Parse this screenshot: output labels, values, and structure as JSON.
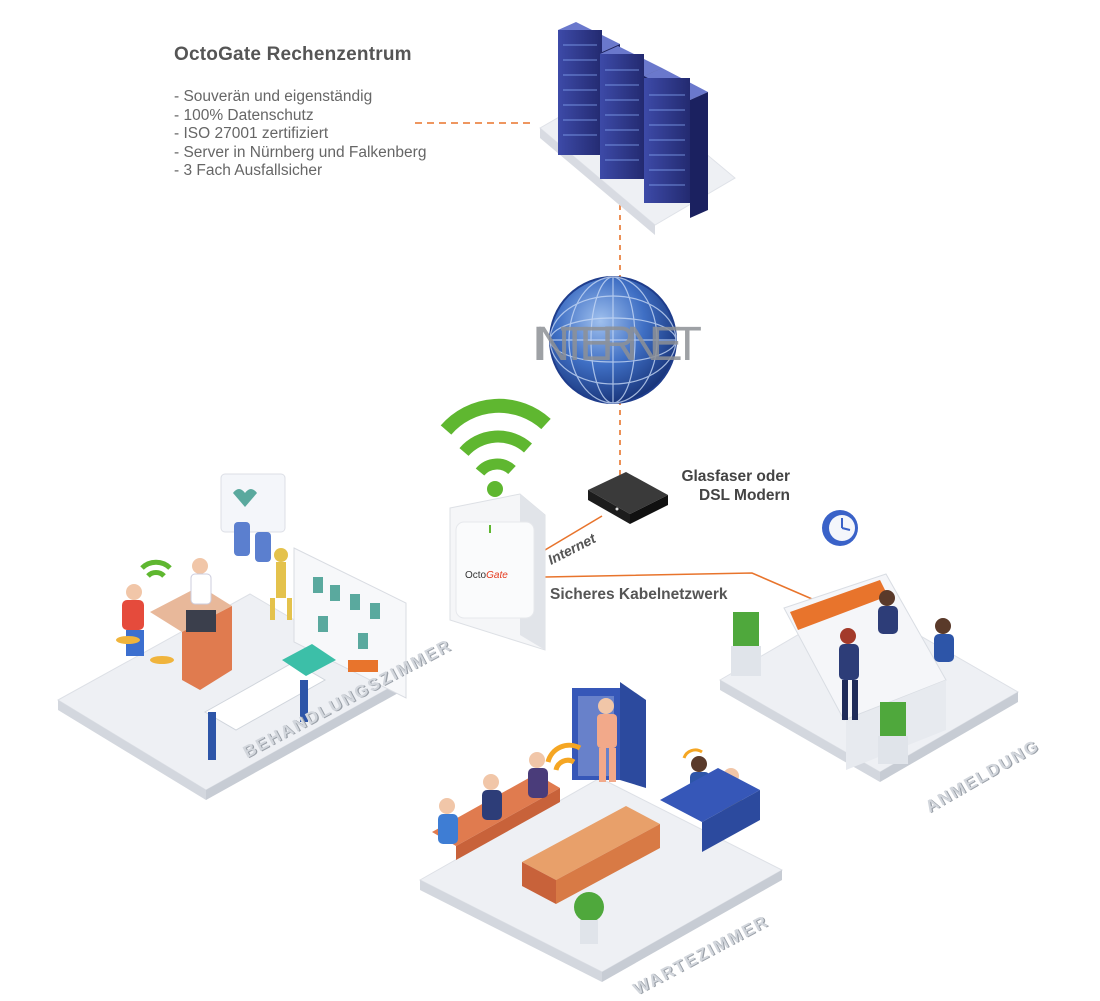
{
  "datacenter": {
    "title": "OctoGate Rechenzentrum",
    "features": [
      "- Souverän und eigenständig",
      "- 100% Datenschutz",
      "- ISO 27001 zertifiziert",
      "- Server in Nürnberg und Falkenberg",
      "- 3 Fach Ausfallsicher"
    ]
  },
  "internet": {
    "label": "INTERNET"
  },
  "modem": {
    "line1": "Glasfaser oder",
    "line2": "DSL Modern"
  },
  "device": {
    "brand_prefix": "Octo",
    "brand_suffix": "Gate"
  },
  "connections": {
    "internet_label": "Internet",
    "lan_label": "Sicheres Kabelnetzwerk"
  },
  "rooms": {
    "treatment": "BEHANDLUNGSZIMMER",
    "waiting": "WARTEZIMMER",
    "reception": "ANMELDUNG"
  },
  "colors": {
    "connector": "#e8742c",
    "wifi_green": "#5fb730",
    "wifi_orange": "#f5a623",
    "brand_red": "#e53b1f"
  }
}
